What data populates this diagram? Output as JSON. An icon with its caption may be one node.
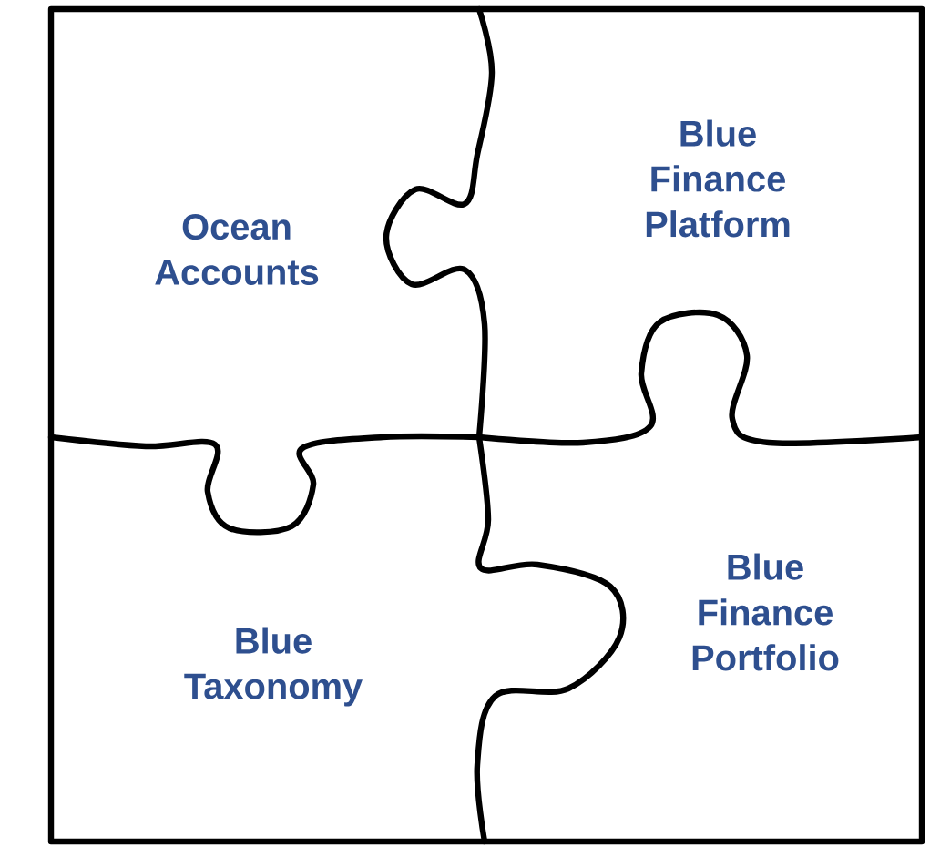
{
  "diagram": {
    "nodes": [
      {
        "text": [
          "Ocean Accounts"
        ]
      },
      {
        "text": [
          "Blue Finance Platform"
        ]
      },
      {
        "text": [
          "Blue Taxonomy"
        ]
      },
      {
        "text": [
          "Blue Finance Portfolio"
        ]
      }
    ]
  }
}
